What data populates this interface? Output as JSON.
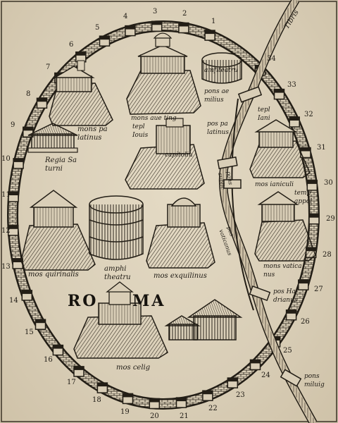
{
  "map": {
    "city_label_a": "RO",
    "city_label_b": "MA",
    "river_label": "Tibris",
    "labels": {
      "amfiteatrum": "amfiteatru",
      "pons_aemilius": "pons ae\nmilius",
      "mons_aventinus": "mons aue ting",
      "templum_iovis": "tepl\nIouis",
      "pons_palatinus": "pos pa\nlatinus",
      "templum_iani": "tepl\nIani",
      "mons_palatinus": "mons pa\nlatinus",
      "capitolium": "capitoliu",
      "regia_saturni": "Regia Sa\nturni",
      "mons_ianiculus": "mos ianiculi",
      "templum_apollinis": "temp\nappol",
      "pons_sublicius": "pons\nsublic",
      "pons_vaticanus": "pos\nvaticanus",
      "mons_quirinalis": "mos quirinalis",
      "amphitheatrum": "amphi\ntheatru",
      "mons_esquilinus": "mos exquilinus",
      "mons_vaticanus": "mons vatica\nnus",
      "pons_adrianus": "pos Ha\ndrianus",
      "mons_celius": "mos celig",
      "pons_milvius": "pons\nmiluig"
    },
    "tower_numbers": [
      "1",
      "2",
      "3",
      "4",
      "5",
      "6",
      "7",
      "8",
      "9",
      "10",
      "11",
      "12",
      "13",
      "14",
      "15",
      "16",
      "17",
      "18",
      "19",
      "20",
      "21",
      "22",
      "23",
      "24",
      "25",
      "26",
      "27",
      "28",
      "29",
      "30",
      "31",
      "32",
      "33",
      "34"
    ]
  }
}
